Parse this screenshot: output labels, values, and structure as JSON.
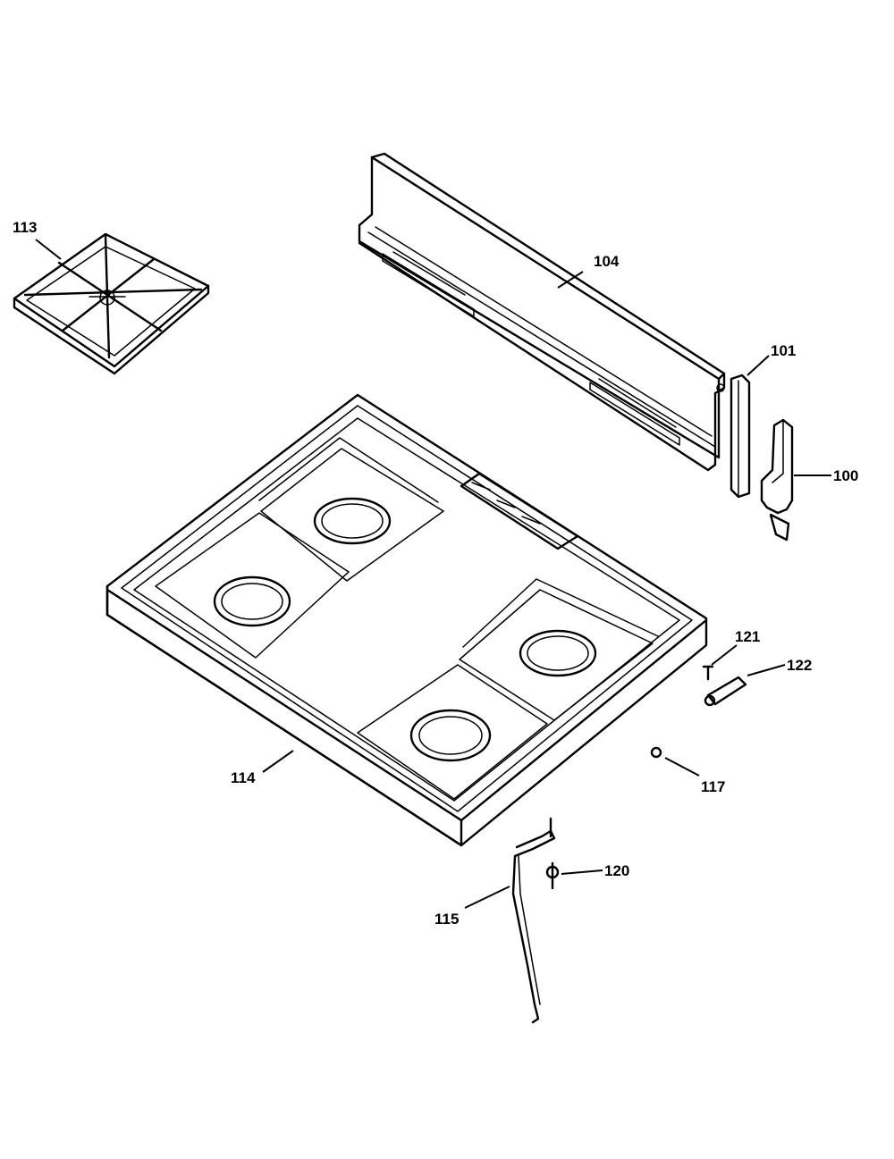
{
  "labels": {
    "p100": "100",
    "p101": "101",
    "p104": "104",
    "p113": "113",
    "p114": "114",
    "p115": "115",
    "p117": "117",
    "p120": "120",
    "p121": "121",
    "p122": "122"
  }
}
